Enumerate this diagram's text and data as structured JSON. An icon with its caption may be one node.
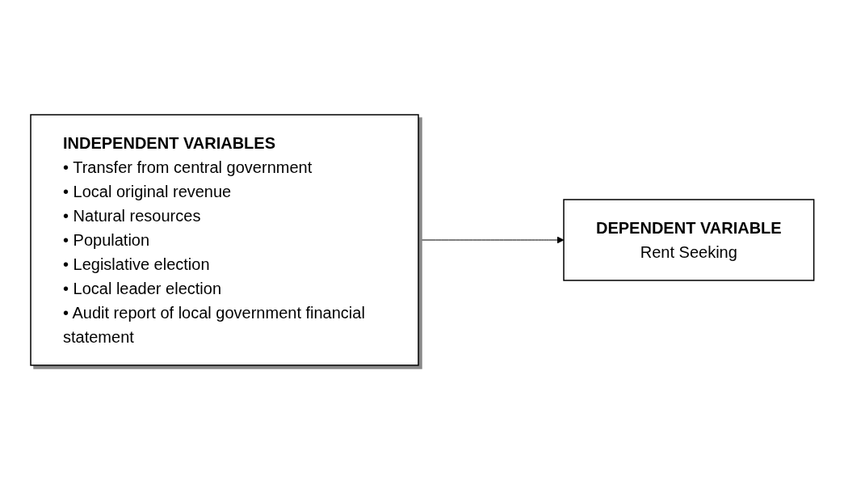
{
  "diagram": {
    "nodes": [
      {
        "text": [
          "INDEPENDENT VARIABLES",
          "• Transfer from central government",
          "• Local original revenue",
          "• Natural resources",
          "• Population",
          "• Legislative election",
          "• Local leader election",
          "• Audit report of local government financial statement"
        ]
      },
      {
        "text": [
          "DEPENDENT VARIABLE",
          "Rent Seeking"
        ]
      }
    ],
    "edges": [
      {
        "from": 0,
        "to": 1,
        "arrow": "to"
      }
    ]
  }
}
